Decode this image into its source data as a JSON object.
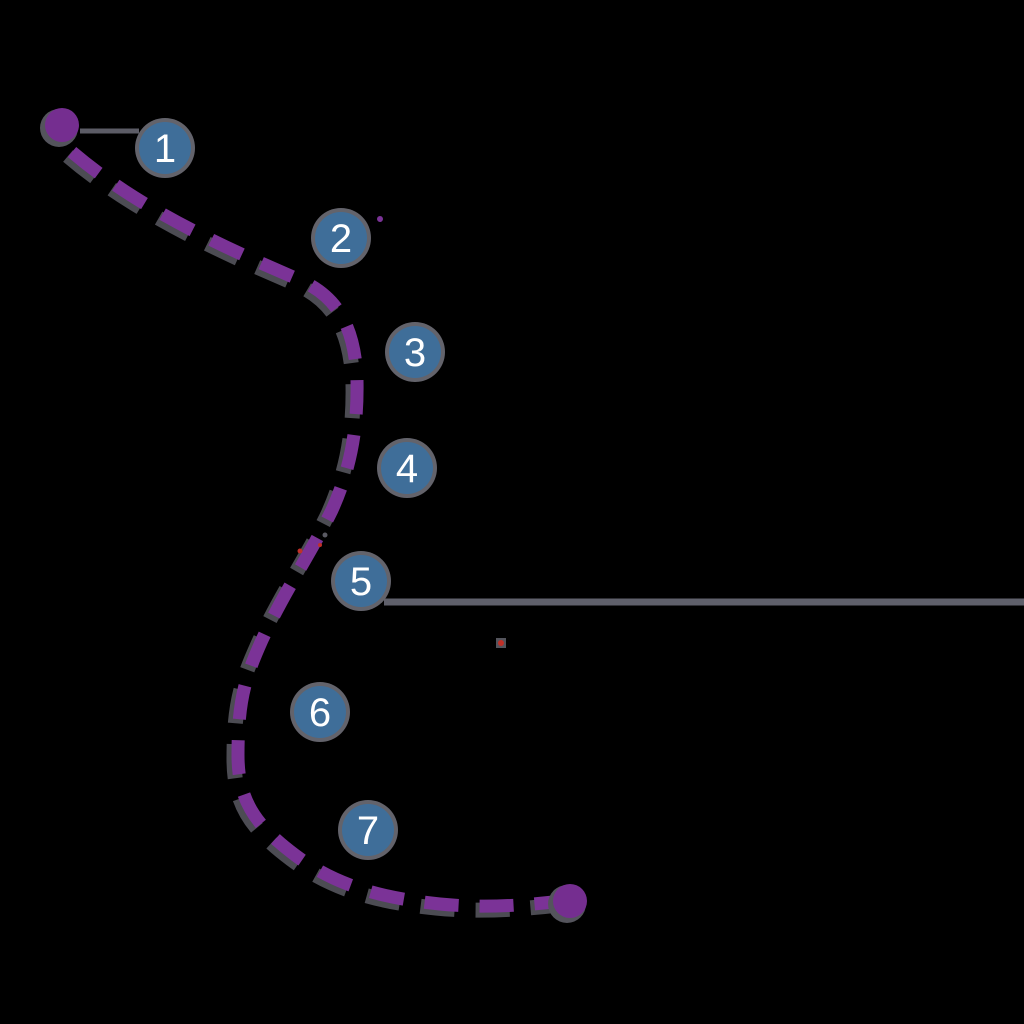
{
  "diagram": {
    "description": "Curved dashed journey path with seven numbered step markers",
    "steps": [
      {
        "label": "1"
      },
      {
        "label": "2"
      },
      {
        "label": "3"
      },
      {
        "label": "4"
      },
      {
        "label": "5"
      },
      {
        "label": "6"
      },
      {
        "label": "7"
      }
    ],
    "colors": {
      "background": "#000000",
      "path_purple": "#7b3397",
      "endpoint_purple": "#752e90",
      "node_blue": "#3f6e99",
      "node_halo_gray": "#63636b",
      "shadow_gray": "#54545c",
      "connector_gray": "#5d5e69",
      "artifact_red": "#c03028",
      "label_white": "#ffffff"
    }
  }
}
